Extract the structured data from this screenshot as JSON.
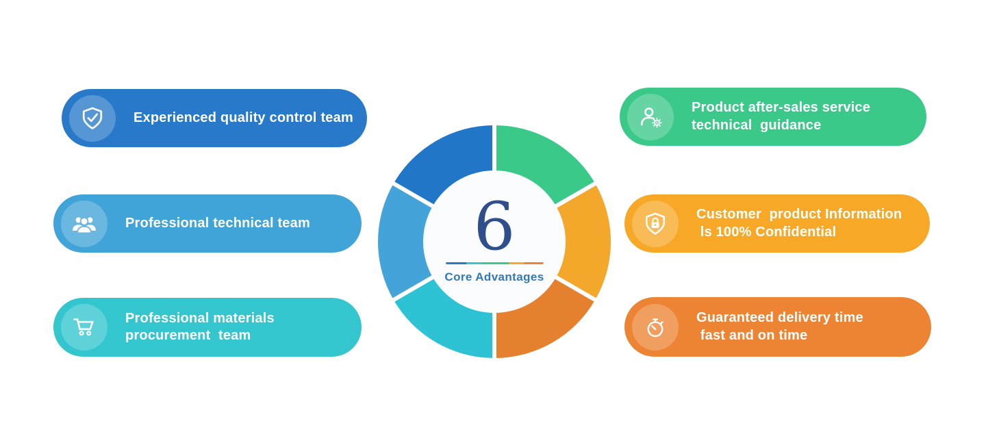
{
  "items": {
    "left": [
      {
        "label": "Experienced quality control team",
        "color": "#2879c9",
        "icon": "shield-check-icon"
      },
      {
        "label": "Professional technical team",
        "color": "#41a4d8",
        "icon": "team-icon"
      },
      {
        "label": "Professional materials\nprocurement  team",
        "color": "#33c6cf",
        "icon": "cart-icon"
      }
    ],
    "right": [
      {
        "label": "Product after-sales service\ntechnical  guidance",
        "color": "#3bc98a",
        "icon": "user-gear-icon"
      },
      {
        "label": "Customer  product Information\n ls 100% Confidential",
        "color": "#f7a827",
        "icon": "shield-lock-icon"
      },
      {
        "label": "Guaranteed delivery time\n fast and on time",
        "color": "#ec8434",
        "icon": "stopwatch-icon"
      }
    ]
  },
  "center": {
    "number": "6",
    "number_color": "#2f4e8c",
    "label": "Core Advantages",
    "label_color": "#3279b8",
    "hole_color": "#fbfcfe",
    "divider_segments": [
      {
        "color": "#2879c9",
        "width": 30
      },
      {
        "color": "#33c6cf",
        "width": 22
      },
      {
        "color": "#3bc98a",
        "width": 40
      },
      {
        "color": "#f7a827",
        "width": 22
      },
      {
        "color": "#ec8434",
        "width": 28
      }
    ],
    "donut_segments": [
      {
        "name": "green",
        "color": "#3bc98a",
        "start": 0,
        "end": 60
      },
      {
        "name": "amber",
        "color": "#f3a72b",
        "start": 60,
        "end": 120
      },
      {
        "name": "orange",
        "color": "#e5812e",
        "start": 120,
        "end": 180
      },
      {
        "name": "cyan",
        "color": "#2ec3d4",
        "start": 180,
        "end": 240
      },
      {
        "name": "light-blue",
        "color": "#44a4da",
        "start": 240,
        "end": 300
      },
      {
        "name": "blue",
        "color": "#2176c7",
        "start": 300,
        "end": 360
      }
    ]
  }
}
